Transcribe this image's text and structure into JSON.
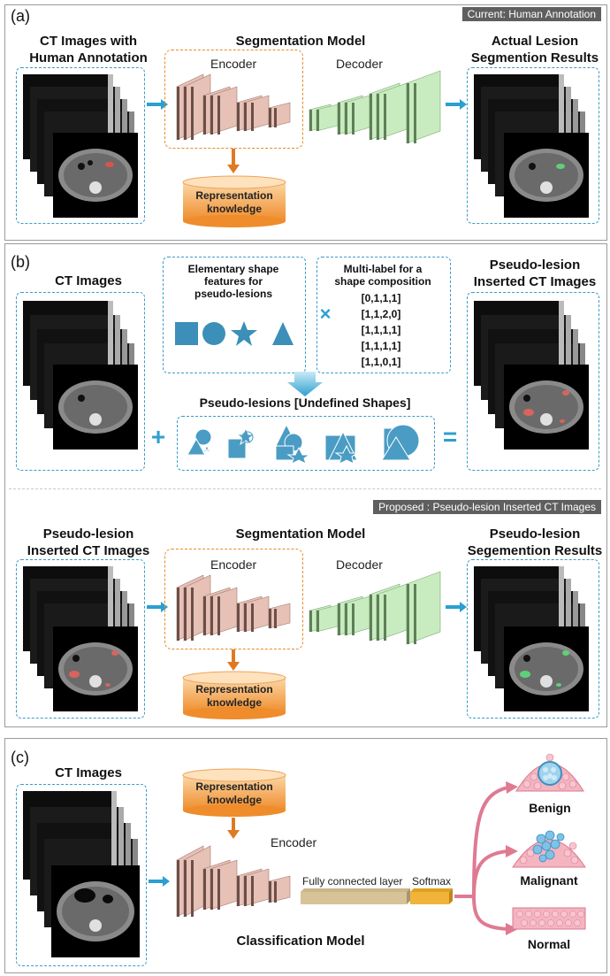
{
  "panel_a": {
    "label": "(a)",
    "tag": "Current: Human Annotation",
    "input_title": "CT Images with\nHuman Annotation",
    "model_title": "Segmentation Model",
    "encoder_label": "Encoder",
    "decoder_label": "Decoder",
    "output_title": "Actual Lesion\nSegmention Results",
    "repr_label": "Representation\nknowledge"
  },
  "panel_b": {
    "label": "(b)",
    "input_title": "CT Images",
    "shape_title": "Elementary shape\nfeatures for\npseudo-lesions",
    "multilabel_title": "Multi-label for a\nshape composition",
    "multilabels": [
      "[0,1,1,1]",
      "[1,1,2,0]",
      "[1,1,1,1]",
      "[1,1,1,1]",
      "[1,1,0,1]"
    ],
    "times_symbol": "×",
    "plus_symbol": "+",
    "equals_symbol": "=",
    "pseudo_title": "Pseudo-lesions [Undefined Shapes]",
    "output_title": "Pseudo-lesion\nInserted CT Images",
    "tag": "Proposed : Pseudo-lesion Inserted CT Images",
    "input2_title": "Pseudo-lesion\nInserted CT Images",
    "model_title": "Segmentation Model",
    "encoder_label": "Encoder",
    "decoder_label": "Decoder",
    "output2_title": "Pseudo-lesion\nSegemention Results",
    "repr_label": "Representation\nknowledge"
  },
  "panel_c": {
    "label": "(c)",
    "input_title": "CT Images",
    "repr_label": "Representation\nknowledge",
    "encoder_label": "Encoder",
    "fc_label": "Fully connected layer",
    "softmax_label": "Softmax",
    "model_title": "Classification Model",
    "classes": [
      "Benign",
      "Malignant",
      "Normal"
    ]
  },
  "colors": {
    "accent_blue": "#3b9cc7",
    "encoder_pink": "#e7c1b6",
    "decoder_green": "#c8ecc0",
    "repr_orange": "#f09a3a",
    "arrow_orange": "#e07a22",
    "class_pink": "#df7a92"
  }
}
